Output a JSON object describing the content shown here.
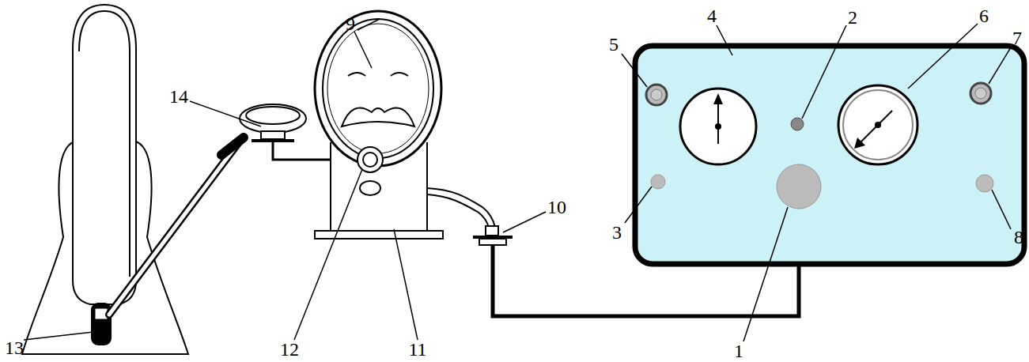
{
  "diagram": {
    "labels": [
      "4",
      "2",
      "6",
      "9",
      "7",
      "5",
      "14",
      "10",
      "3",
      "8",
      "1",
      "13",
      "12",
      "11"
    ]
  }
}
